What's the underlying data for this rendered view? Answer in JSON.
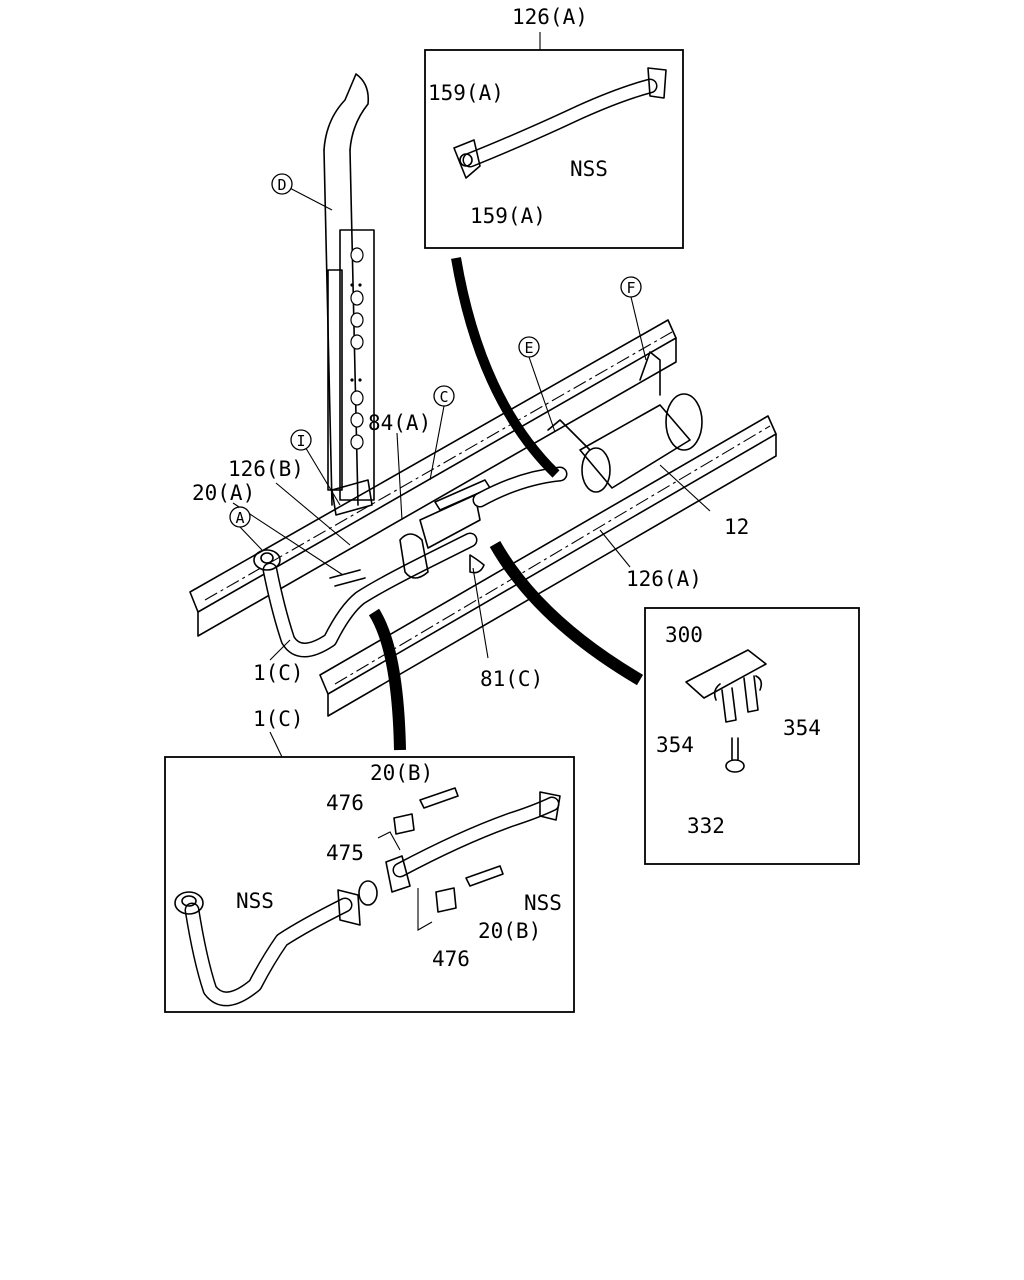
{
  "labels": {
    "top_126a": "126(A)",
    "p159a_1": "159(A)",
    "p159a_2": "159(A)",
    "nss_top": "NSS",
    "c_d": "D",
    "c_f": "F",
    "c_e": "E",
    "c_c": "C",
    "c_i": "I",
    "c_a": "A",
    "p84a": "84(A)",
    "p126b": "126(B)",
    "p20a": "20(A)",
    "p12": "12",
    "p126a_mid": "126(A)",
    "p1c_mid": "1(C)",
    "p81c": "81(C)",
    "p300": "300",
    "p354_l": "354",
    "p354_r": "354",
    "p332": "332",
    "p1c_box": "1(C)",
    "p20b_top": "20(B)",
    "p476_top": "476",
    "p475": "475",
    "nss_left": "NSS",
    "nss_right": "NSS",
    "p476_bot": "476",
    "p20b_bot": "20(B)"
  }
}
